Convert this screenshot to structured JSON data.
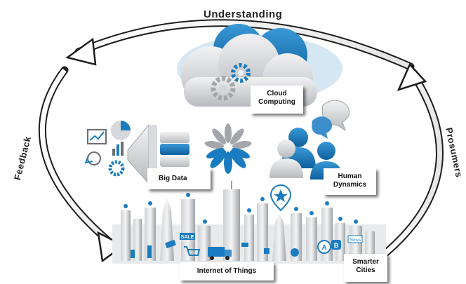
{
  "cycle": {
    "top": "Understanding",
    "left": "Feedback",
    "right": "Prosumers"
  },
  "nodes": {
    "cloud": {
      "line1": "Cloud",
      "line2": "Computing"
    },
    "big_data": {
      "label": "Big Data"
    },
    "human": {
      "line1": "Human",
      "line2": "Dynamics"
    },
    "iot": {
      "label": "Internet of Things"
    },
    "cities": {
      "line1": "Smarter",
      "line2": "Cities"
    }
  },
  "city_signs": {
    "sale": "SALE",
    "news": "News",
    "letter_a": "A",
    "letter_b": "B"
  },
  "colors": {
    "accent": "#1a7cc0",
    "grey": "#b9bcc0",
    "dark_grey": "#6b6e72"
  }
}
